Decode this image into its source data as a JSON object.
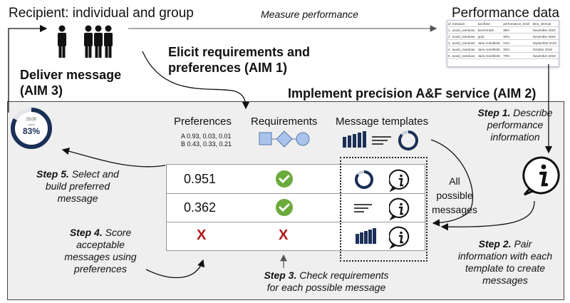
{
  "recipient_title": "Recipient: individual and group",
  "measure_performance": "Measure performance",
  "performance_data": {
    "title": "Performance data",
    "headers": [
      "id",
      "measure",
      "ascribee",
      "performance_level",
      "time_interval"
    ],
    "rows": [
      [
        "1",
        "avoid_overdose",
        "benchmark",
        "88%",
        "November 2019"
      ],
      [
        "2",
        "avoid_overdose",
        "goal",
        "90%",
        "November 2019"
      ],
      [
        "3",
        "avoid_overdose",
        "Jane Anesthetic",
        "61%",
        "September 2019"
      ],
      [
        "4",
        "avoid_overdose",
        "Jane Anesthetic",
        "84%",
        "October 2019"
      ],
      [
        "5",
        "avoid_overdose",
        "Jane Anesthetic",
        "79%",
        "November 2019"
      ]
    ]
  },
  "elicit": {
    "line1": "Elicit requirements and",
    "line2": "preferences (AIM 1)"
  },
  "deliver": {
    "line1": "Deliver message",
    "line2": "(AIM 3)"
  },
  "implement": "Implement precision A&F service (AIM 2)",
  "columns": {
    "preferences": "Preferences",
    "requirements": "Requirements",
    "templates": "Message templates"
  },
  "preference_values": {
    "a": "A 0.93, 0.03, 0.01",
    "b": "B 0.43, 0.33, 0.21"
  },
  "donut": {
    "small_top": "25/30",
    "small_sub": "cases",
    "percent": "83%",
    "fraction": 0.83
  },
  "scores": [
    "0.951",
    "0.362"
  ],
  "reject_mark": "X",
  "all_possible": [
    "All",
    "possible",
    "messages"
  ],
  "steps": {
    "step1": {
      "label": "Step 1.",
      "lines": [
        "Describe",
        "performance",
        "information"
      ]
    },
    "step2": {
      "label": "Step 2.",
      "lines": [
        "Pair",
        "information with each",
        "template to create",
        "messages"
      ]
    },
    "step3": {
      "label": "Step 3.",
      "lines": [
        "Check requirements",
        "for each possible message"
      ]
    },
    "step4": {
      "label": "Step 4.",
      "lines": [
        "Score",
        "acceptable",
        "messages using",
        "preferences"
      ]
    },
    "step5": {
      "label": "Step 5.",
      "lines": [
        "Select and",
        "build preferred",
        "message"
      ]
    }
  },
  "colors": {
    "navy": "#1b2f57",
    "check_green": "#6aab3b",
    "cross_red": "#b01515",
    "shape_blue": "#a9c3ec"
  }
}
